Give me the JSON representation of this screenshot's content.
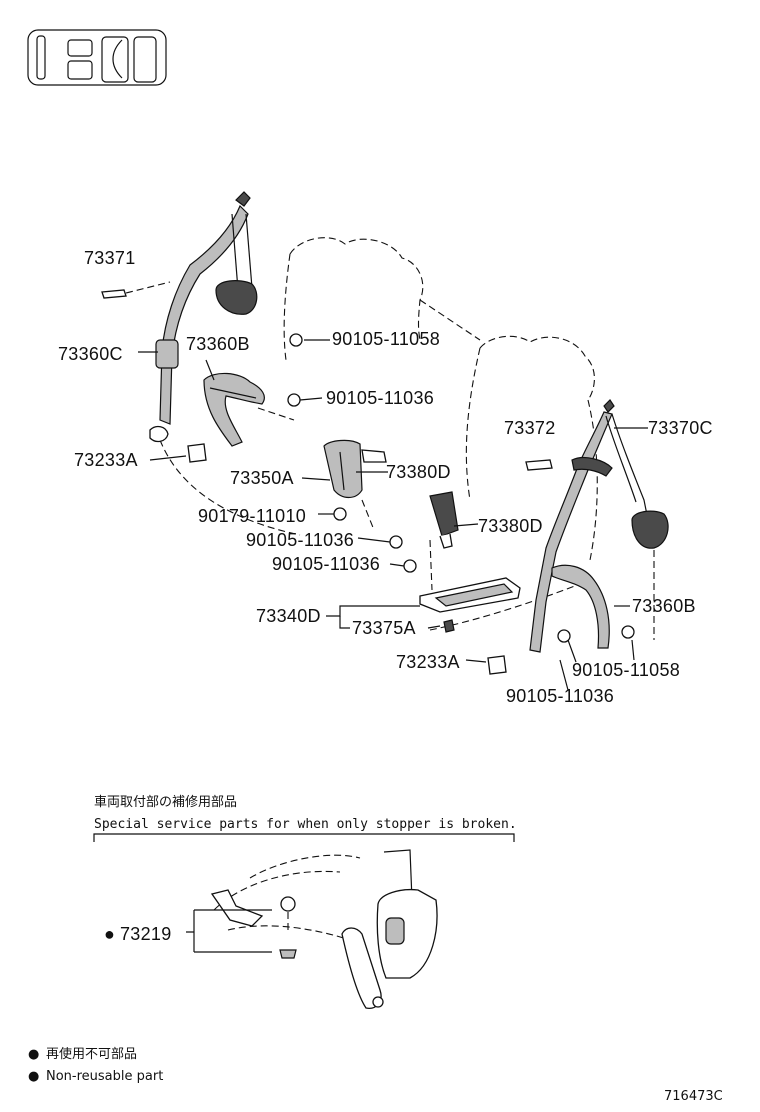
{
  "header": {
    "icon": "seat-layout-icon"
  },
  "labels": {
    "p73371": "73371",
    "p73360C": "73360C",
    "p73360B_left": "73360B",
    "p90105_11058_top": "90105-11058",
    "p90105_11036_top": "90105-11036",
    "p73233A_left": "73233A",
    "p73350A": "73350A",
    "p73380D_top": "73380D",
    "p90179_11010": "90179-11010",
    "p90105_11036_mid": "90105-11036",
    "p73380D_mid": "73380D",
    "p90105_11036_low": "90105-11036",
    "p73340D": "73340D",
    "p73375A": "73375A",
    "p73233A_right": "73233A",
    "p73372": "73372",
    "p73370C": "73370C",
    "p73360B_right": "73360B",
    "p90105_11058_right": "90105-11058",
    "p90105_11036_right": "90105-11036"
  },
  "service": {
    "title_jp": "車両取付部の補修用部品",
    "title_en": "Special service parts for when only stopper is broken.",
    "part": "73219",
    "part_marker": "●"
  },
  "legend": {
    "marker": "●",
    "jp": "再使用不可部品",
    "en": "Non-reusable part"
  },
  "footer": {
    "code": "716473C"
  }
}
